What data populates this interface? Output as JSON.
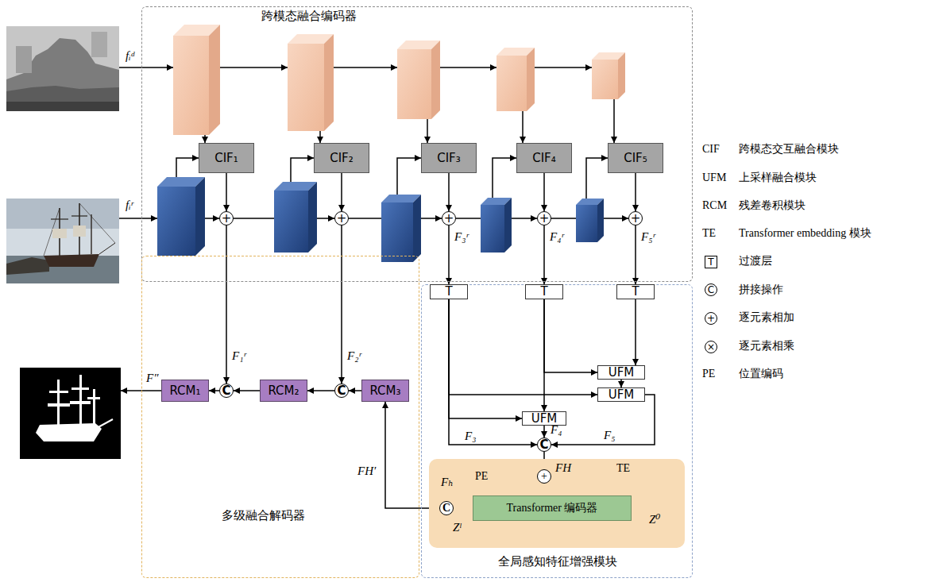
{
  "diagram": {
    "nodes": [
      {
        "text": [
          "跨模态融合编码器"
        ]
      },
      {
        "text": [
          "CIF₁"
        ],
        "in": 0
      },
      {
        "text": [
          "CIF₂"
        ],
        "in": 0
      },
      {
        "text": [
          "CIF₃"
        ],
        "in": 0
      },
      {
        "text": [
          "CIF₄"
        ],
        "in": 0
      },
      {
        "text": [
          "CIF₅"
        ],
        "in": 0
      },
      {
        "text": [
          "+"
        ],
        "in": 0
      },
      {
        "text": [
          "+"
        ],
        "in": 0
      },
      {
        "text": [
          "+"
        ],
        "in": 0
      },
      {
        "text": [
          "+"
        ],
        "in": 0
      },
      {
        "text": [
          "+"
        ],
        "in": 0
      },
      {
        "text": [
          "多级融合解码器"
        ]
      },
      {
        "text": [
          "RCM₁"
        ],
        "in": 11
      },
      {
        "text": [
          "C"
        ],
        "in": 11
      },
      {
        "text": [
          "RCM₂"
        ],
        "in": 11
      },
      {
        "text": [
          "C"
        ],
        "in": 11
      },
      {
        "text": [
          "RCM₃"
        ],
        "in": 11
      },
      {
        "text": [
          "全局感知特征增强模块"
        ]
      },
      {
        "text": [
          "T"
        ],
        "in": 17
      },
      {
        "text": [
          "T"
        ],
        "in": 17
      },
      {
        "text": [
          "T"
        ],
        "in": 17
      },
      {
        "text": [
          "UFM"
        ],
        "in": 17
      },
      {
        "text": [
          "UFM"
        ],
        "in": 17
      },
      {
        "text": [
          "UFM"
        ],
        "in": 17
      },
      {
        "text": [
          "C"
        ],
        "in": 17
      },
      {
        "text": [
          "TE"
        ],
        "in": 17
      },
      {
        "text": [
          "+"
        ],
        "in": 25
      },
      {
        "text": [
          "Transformer 编码器"
        ],
        "in": 25
      },
      {
        "text": [
          "C"
        ],
        "in": 25
      }
    ],
    "edges": [
      {
        "from": 1,
        "to": 6,
        "arrow": "to"
      },
      {
        "from": 2,
        "to": 7,
        "arrow": "to"
      },
      {
        "from": 3,
        "to": 8,
        "arrow": "to"
      },
      {
        "from": 4,
        "to": 9,
        "arrow": "to"
      },
      {
        "from": 5,
        "to": 10,
        "arrow": "to"
      },
      {
        "from": 6,
        "to": 7,
        "arrow": "to"
      },
      {
        "from": 7,
        "to": 8,
        "arrow": "to"
      },
      {
        "from": 8,
        "to": 9,
        "arrow": "to"
      },
      {
        "from": 9,
        "to": 10,
        "arrow": "to"
      },
      {
        "from": 6,
        "to": 13,
        "arrow": "to",
        "label": "F₁ʳ"
      },
      {
        "from": 7,
        "to": 15,
        "arrow": "to",
        "label": "F₂ʳ"
      },
      {
        "from": 8,
        "to": 18,
        "arrow": "to",
        "label": "F₃ʳ"
      },
      {
        "from": 9,
        "to": 19,
        "arrow": "to",
        "label": "F₄ʳ"
      },
      {
        "from": 10,
        "to": 20,
        "arrow": "to",
        "label": "F₅ʳ"
      },
      {
        "from": 20,
        "to": 21,
        "arrow": "to"
      },
      {
        "from": 19,
        "to": 21,
        "arrow": "to"
      },
      {
        "from": 21,
        "to": 22,
        "arrow": "to"
      },
      {
        "from": 18,
        "to": 22,
        "arrow": "to"
      },
      {
        "from": 18,
        "to": 23,
        "arrow": "to"
      },
      {
        "from": 19,
        "to": 23,
        "arrow": "to"
      },
      {
        "from": 23,
        "to": 24,
        "arrow": "to",
        "label": "F₄"
      },
      {
        "from": 22,
        "to": 24,
        "arrow": "to",
        "label": "F₅"
      },
      {
        "from": 18,
        "to": 24,
        "arrow": "to",
        "label": "F₃"
      },
      {
        "from": 24,
        "to": 26,
        "arrow": "to"
      },
      {
        "from": 26,
        "to": 27,
        "arrow": "to",
        "label": "FH"
      },
      {
        "from": 27,
        "to": 28,
        "arrow": "to"
      },
      {
        "from": 28,
        "to": 16,
        "arrow": "to",
        "label": "FH′"
      },
      {
        "from": 16,
        "to": 15,
        "arrow": "to"
      },
      {
        "from": 15,
        "to": 14,
        "arrow": "to"
      },
      {
        "from": 14,
        "to": 13,
        "arrow": "to"
      },
      {
        "from": 13,
        "to": 12,
        "arrow": "to"
      }
    ],
    "labels": [
      "fᵢᵈ",
      "fᵢʳ",
      "F″",
      "PE",
      "Fₕ",
      "Zˡ",
      "Z⁰",
      "CIF",
      "UFM",
      "RCM",
      "TE",
      "T",
      "C",
      "+",
      "×",
      "PE"
    ],
    "legend": [
      {
        "text": "跨模态交互融合模块"
      },
      {
        "text": "上采样融合模块"
      },
      {
        "text": "残差卷积模块"
      },
      {
        "text": "Transformer embedding 模块"
      },
      {
        "text": "过渡层"
      },
      {
        "text": "拼接操作"
      },
      {
        "text": "逐元素相加"
      },
      {
        "text": "逐元素相乘"
      },
      {
        "text": "位置编码"
      }
    ]
  }
}
